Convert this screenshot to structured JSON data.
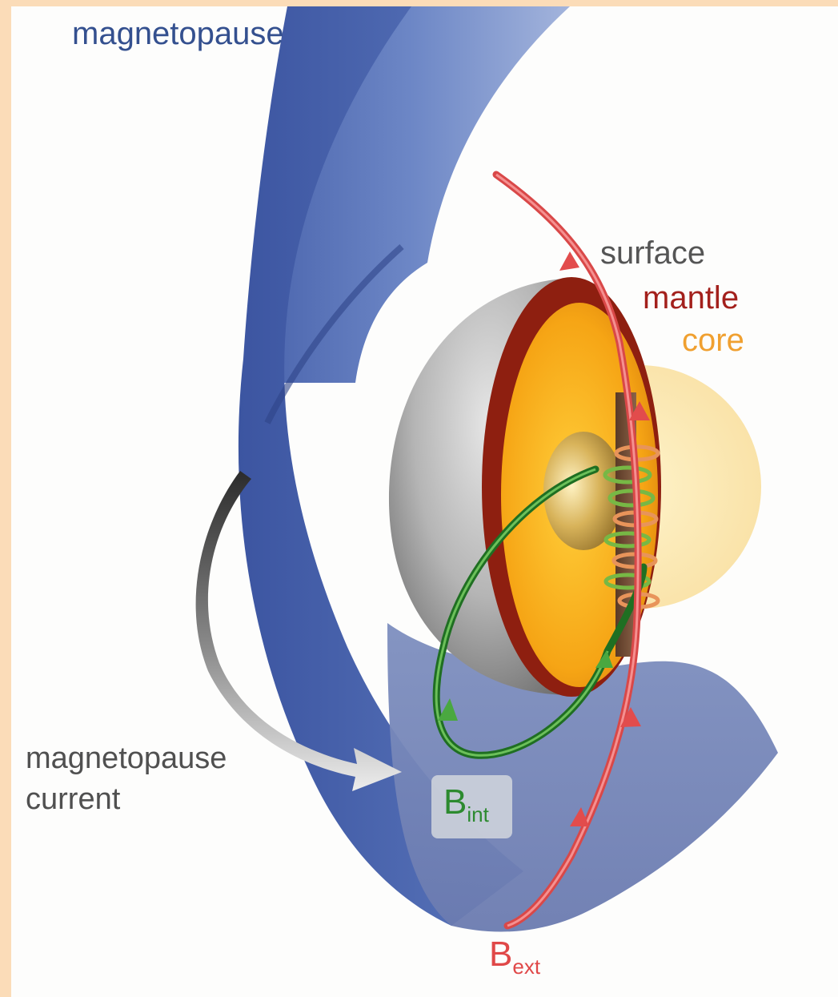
{
  "labels": {
    "magnetopause": "magnetopause",
    "surface": "surface",
    "mantle": "mantle",
    "core": "core",
    "magnetopause_current_line1": "magnetopause",
    "magnetopause_current_line2": "current",
    "b_int_main": "B",
    "b_int_sub": "int",
    "b_ext_main": "B",
    "b_ext_sub": "ext"
  },
  "colors": {
    "magnetopause": "#4a67b0",
    "surface": "#9a9a9a",
    "mantle": "#8e1f10",
    "core": "#f4a416",
    "internal_field": "#2f9a33",
    "external_field": "#e86060",
    "background_border": "#fbdcb8"
  }
}
